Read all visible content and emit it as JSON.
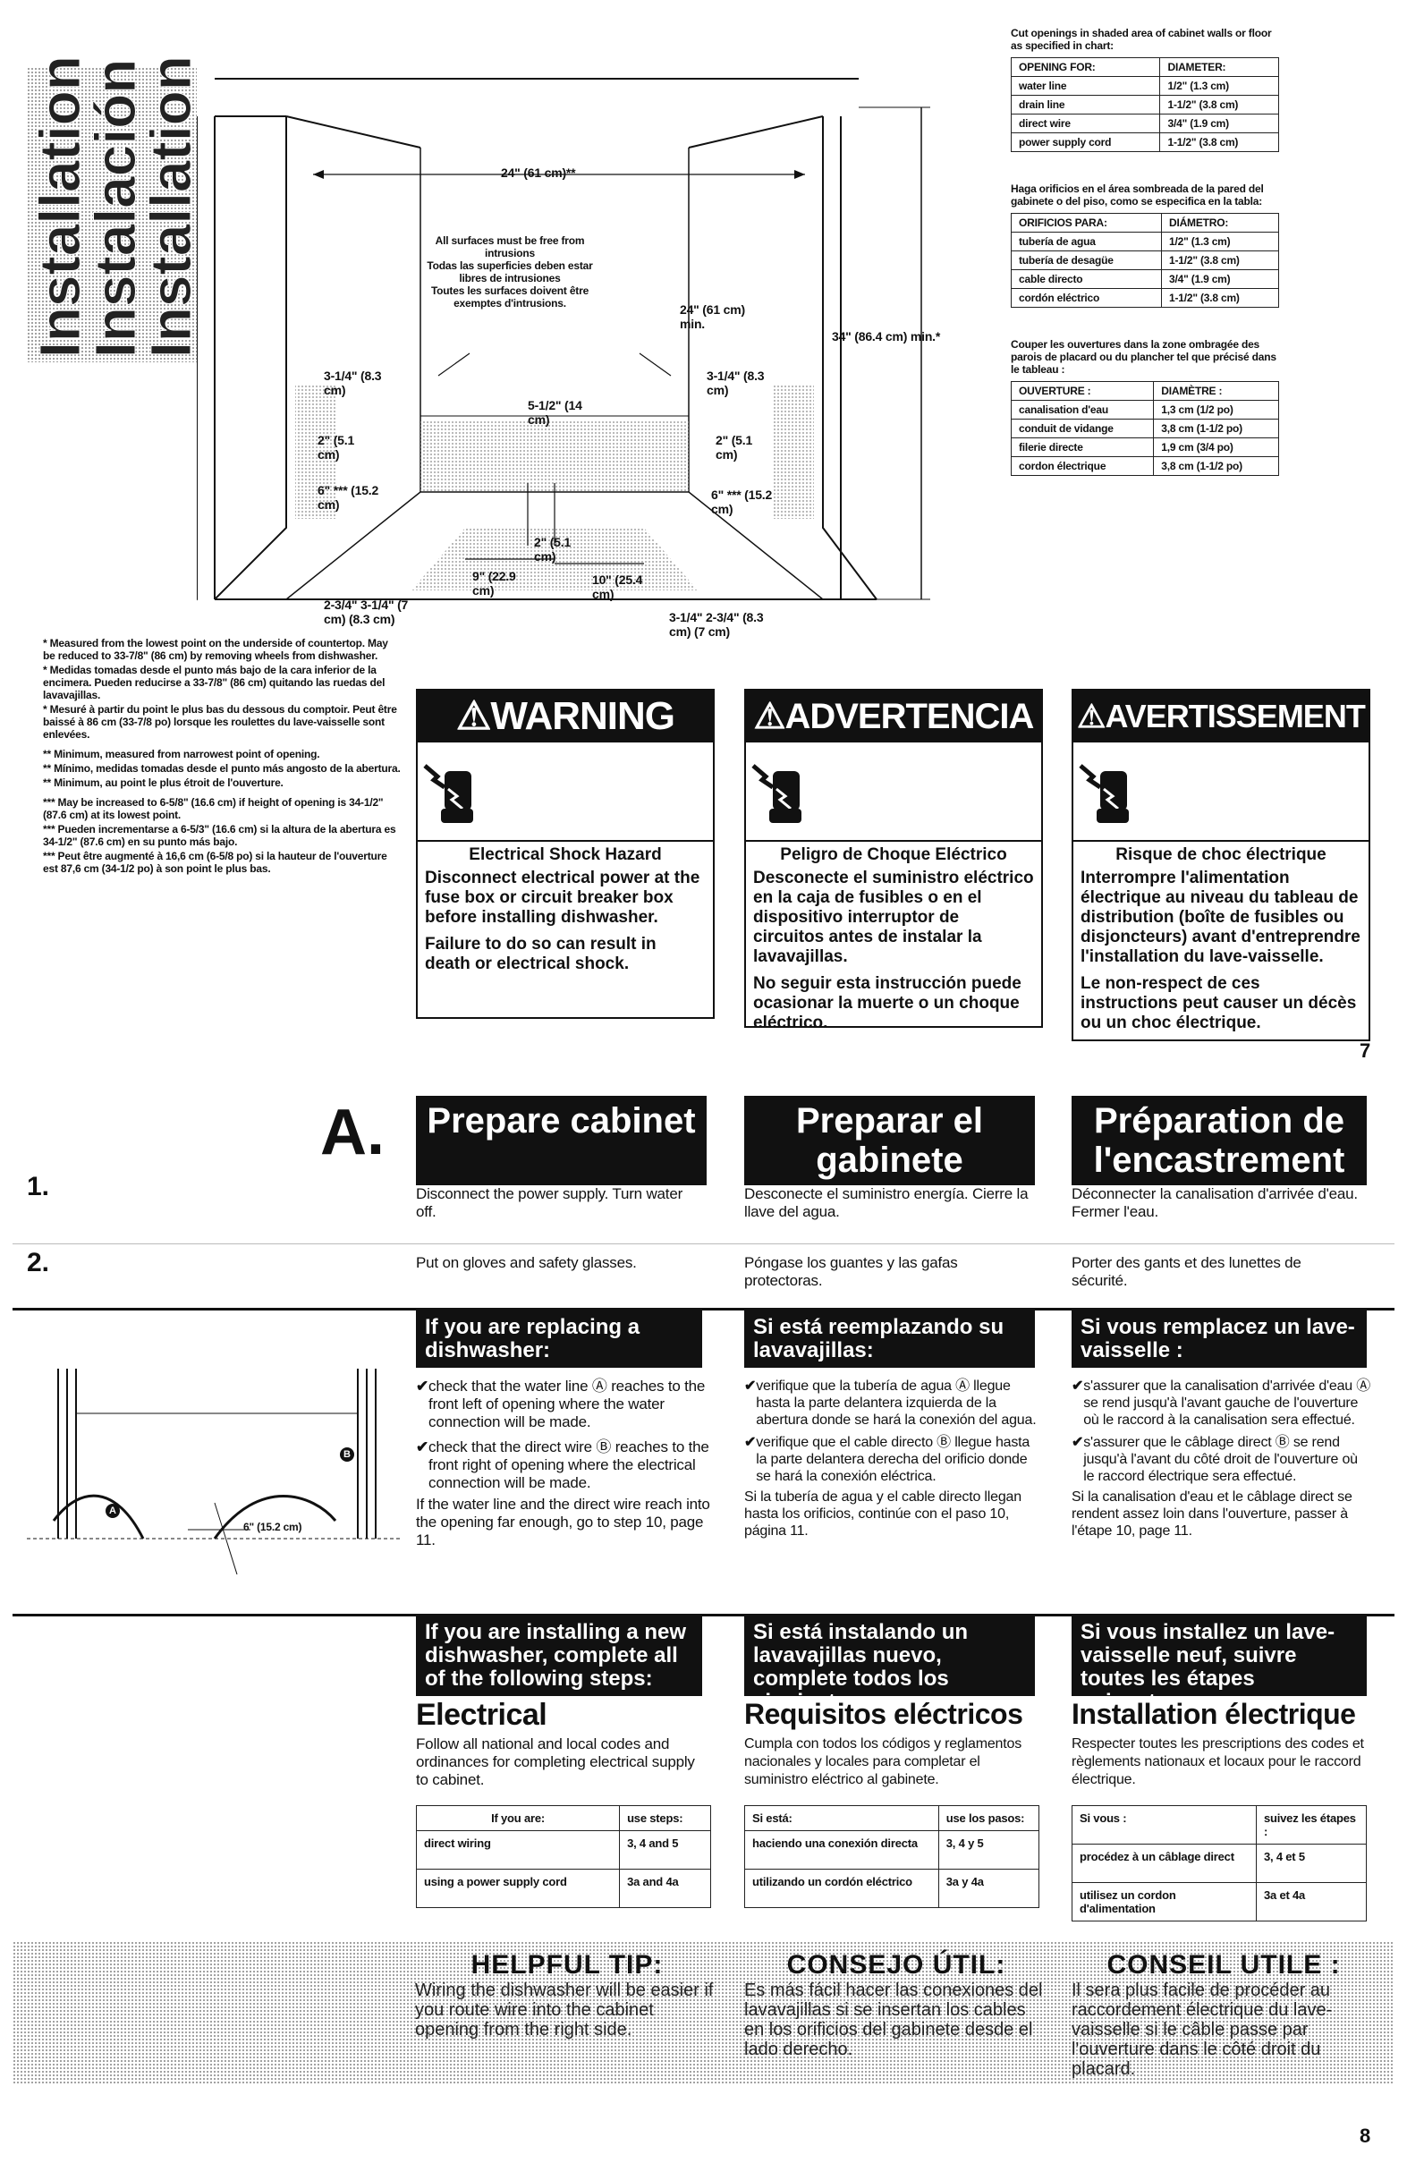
{
  "side_titles": [
    "Installation",
    "Instalación",
    "Installation"
  ],
  "diagram": {
    "width_label": "24\" (61 cm)**",
    "surfaces_en": "All surfaces must be free from intrusions",
    "surfaces_es": "Todas las superficies deben estar libres de intrusiones",
    "surfaces_fr": "Toutes les surfaces doivent être exemptes d'intrusions.",
    "width_min": "24\" (61 cm) min.",
    "height_min": "34\" (86.4 cm) min.*",
    "d_3_14_a": "3-1/4\" (8.3 cm)",
    "d_3_14_b": "3-1/4\" (8.3 cm)",
    "d_5_12": "5-1/2\" (14 cm)",
    "d_2_a": "2\" (5.1 cm)",
    "d_2_b": "2\" (5.1 cm)",
    "d_2_c": "2\" (5.1 cm)",
    "d_6_a": "6\" *** (15.2 cm)",
    "d_6_b": "6\" *** (15.2 cm)",
    "d_9": "9\" (22.9 cm)",
    "d_10": "10\" (25.4 cm)",
    "bottom_left": "2-3/4\"   3-1/4\" (7 cm)   (8.3 cm)",
    "bottom_right": "3-1/4\"   2-3/4\" (8.3 cm)   (7 cm)"
  },
  "footnotes": [
    "* Measured from the lowest point on the underside of countertop. May be reduced to 33-7/8\" (86 cm) by removing wheels from dishwasher.",
    "* Medidas tomadas desde el punto más bajo de la cara inferior de la encimera. Pueden reducirse a 33-7/8\" (86 cm) quitando las ruedas del lavavajillas.",
    "* Mesuré à partir du point le plus bas du dessous du comptoir. Peut être baissé à 86 cm (33-7/8 po) lorsque les roulettes du lave-vaisselle sont enlevées.",
    "** Minimum, measured from narrowest point of opening.",
    "** Mínimo, medidas tomadas desde el punto más angosto de la abertura.",
    "** Minimum, au point le plus étroit de l'ouverture.",
    "*** May be increased to 6-5/8\" (16.6 cm) if height of opening is 34-1/2\" (87.6 cm) at its lowest point.",
    "*** Pueden incrementarse a 6-5/3\" (16.6 cm) si la altura de la abertura es 34-1/2\" (87.6 cm) en su punto más bajo.",
    "*** Peut être augmenté à 16,6 cm (6-5/8 po) si la hauteur de l'ouverture est 87,6 cm (34-1/2 po) à son point le plus bas."
  ],
  "cutout": {
    "en_intro": "Cut openings in shaded area of cabinet walls or floor as specified in chart:",
    "en_head": [
      "OPENING FOR:",
      "DIAMETER:"
    ],
    "en_rows": [
      [
        "water line",
        "1/2\"   (1.3 cm)"
      ],
      [
        "drain line",
        "1-1/2\" (3.8 cm)"
      ],
      [
        "direct wire",
        "3/4\"   (1.9 cm)"
      ],
      [
        "power supply cord",
        "1-1/2\" (3.8 cm)"
      ]
    ],
    "es_intro": "Haga orificios en el área sombreada de la pared del gabinete o del piso, como se especifica en la tabla:",
    "es_head": [
      "ORIFICIOS PARA:",
      "DIÁMETRO:"
    ],
    "es_rows": [
      [
        "tubería de agua",
        "1/2\"   (1.3 cm)"
      ],
      [
        "tubería de desagüe",
        "1-1/2\" (3.8 cm)"
      ],
      [
        "cable directo",
        "3/4\"   (1.9 cm)"
      ],
      [
        "cordón eléctrico",
        "1-1/2\" (3.8 cm)"
      ]
    ],
    "fr_intro": "Couper les ouvertures dans la zone ombragée des parois de placard ou du plancher tel que précisé dans le tableau :",
    "fr_head": [
      "OUVERTURE :",
      "DIAMÈTRE :"
    ],
    "fr_rows": [
      [
        "canalisation d'eau",
        "1,3 cm (1/2 po)"
      ],
      [
        "conduit de vidange",
        "3,8 cm (1-1/2 po)"
      ],
      [
        "filerie directe",
        "1,9 cm (3/4 po)"
      ],
      [
        "cordon électrique",
        "3,8 cm (1-1/2 po)"
      ]
    ]
  },
  "warnings": [
    {
      "title": "⚠WARNING",
      "subtitle": "Electrical Shock Hazard",
      "body1": "Disconnect electrical power at the fuse box or circuit breaker box before installing dishwasher.",
      "body2": "Failure to do so can result in death or electrical shock."
    },
    {
      "title": "⚠ADVERTENCIA",
      "subtitle": "Peligro de Choque Eléctrico",
      "body1": "Desconecte el suministro eléctrico en la caja de fusibles o en el dispositivo interruptor de circuitos antes de instalar la lavavajillas.",
      "body2": "No seguir esta instrucción puede ocasionar la muerte o un choque eléctrico."
    },
    {
      "title": "⚠AVERTISSEMENT",
      "subtitle": "Risque de choc électrique",
      "body1": "Interrompre l'alimentation électrique au niveau du tableau de distribution (boîte de fusibles ou disjoncteurs) avant d'entreprendre l'installation du lave-vaisselle.",
      "body2": "Le non-respect de ces instructions peut causer un décès ou un choc électrique."
    }
  ],
  "page_num_top": "7",
  "section_letter": "A.",
  "section_titles": [
    "Prepare cabinet",
    "Preparar el gabinete",
    "Préparation de l'encastrement"
  ],
  "step1": {
    "num": "1.",
    "en": "Disconnect the power supply. Turn water off.",
    "es": "Desconecte el suministro energía. Cierre la llave del agua.",
    "fr": "Déconnecter la canalisation d'arrivée d'eau. Fermer l'eau."
  },
  "step2": {
    "num": "2.",
    "en": "Put on gloves and safety glasses.",
    "es": "Póngase los guantes y las gafas protectoras.",
    "fr": "Porter des gants et des lunettes de sécurité."
  },
  "replacing": {
    "heads": [
      "If you are replacing a dishwasher:",
      "Si está reemplazando su lavavajillas:",
      "Si vous remplacez un lave-vaisselle :"
    ],
    "en": [
      "check that the water line Ⓐ reaches to the front left of opening where the water connection will be made.",
      "check that the direct wire Ⓑ reaches to the front right of opening where the electrical connection will be made.",
      "If the water line and the direct wire reach into the opening far enough, go to step 10, page 11."
    ],
    "es": [
      "verifique que la tubería de agua Ⓐ llegue hasta la parte delantera izquierda de la abertura donde se hará la conexión del agua.",
      "verifique que el cable directo Ⓑ llegue hasta la parte delantera derecha del orificio donde se hará la conexión eléctrica.",
      "Si la tubería de agua y el cable directo llegan hasta los orificios, continúe con el paso 10, página 11."
    ],
    "fr": [
      "s'assurer que la canalisation d'arrivée d'eau Ⓐ se rend jusqu'à l'avant gauche de l'ouverture où le raccord à la canalisation sera effectué.",
      "s'assurer que le câblage direct Ⓑ se rend jusqu'à l'avant du côté droit de l'ouverture où le raccord électrique sera effectué.",
      "Si la canalisation d'eau et le câblage direct se rendent assez loin dans l'ouverture, passer à l'étape 10, page 11."
    ],
    "fig_label": "6\" (15.2 cm)",
    "fig_a": "A",
    "fig_b": "B"
  },
  "installing": {
    "heads": [
      "If you are installing a new dishwasher, complete all of the following steps:",
      "Si está instalando un lavavajillas nuevo, complete todos los siguientes pasos:",
      "Si vous installez un lave-vaisselle neuf, suivre toutes les étapes suivantes :"
    ],
    "titles": [
      "Electrical",
      "Requisitos eléctricos",
      "Installation électrique"
    ],
    "texts": [
      "Follow all national and local codes and ordinances for completing electrical supply to cabinet.",
      "Cumpla con todos los códigos y reglamentos nacionales y locales para completar el suministro eléctrico al gabinete.",
      "Respecter toutes les prescriptions des codes et règlements nationaux et locaux pour le raccord électrique."
    ],
    "tables": [
      {
        "head": [
          "If you are:",
          "use steps:"
        ],
        "rows": [
          [
            "direct wiring",
            "3, 4 and 5"
          ],
          [
            "using a power supply cord",
            "3a and 4a"
          ]
        ]
      },
      {
        "head": [
          "Si está:",
          "use los pasos:"
        ],
        "rows": [
          [
            "haciendo una conexión directa",
            "3, 4 y 5"
          ],
          [
            "utilizando un cordón eléctrico",
            "3a y 4a"
          ]
        ]
      },
      {
        "head": [
          "Si vous :",
          "suivez les étapes :"
        ],
        "rows": [
          [
            "procédez à un câblage direct",
            "3, 4 et 5"
          ],
          [
            "utilisez un cordon d'alimentation",
            "3a et 4a"
          ]
        ]
      }
    ]
  },
  "tips": [
    {
      "head": "HELPFUL TIP:",
      "text": "Wiring the dishwasher will be easier if you route wire into the cabinet opening from the right side."
    },
    {
      "head": "CONSEJO ÚTIL:",
      "text": "Es más fácil hacer las conexiones del lavavajillas si se insertan los cables en los orificios del gabinete desde el lado derecho."
    },
    {
      "head": "CONSEIL UTILE :",
      "text": "Il sera plus facile de procéder au raccordement électrique du lave-vaisselle si le câble passe par l'ouverture dans le côté droit du placard."
    }
  ],
  "page_num_bottom": "8"
}
